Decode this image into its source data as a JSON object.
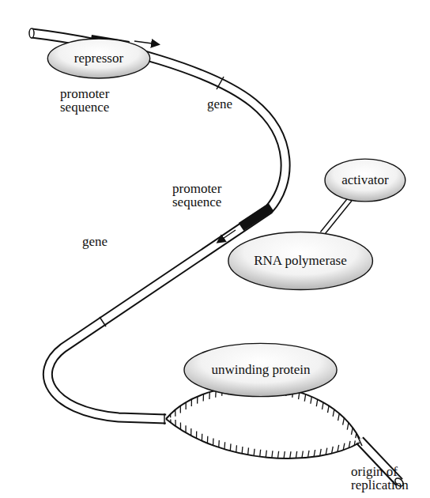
{
  "diagram": {
    "nodes": [
      {
        "text": [
          "repressor"
        ]
      },
      {
        "text": [
          "activator"
        ]
      },
      {
        "text": [
          "RNA polymerase"
        ]
      },
      {
        "text": [
          "unwinding protein"
        ]
      }
    ],
    "edges": [
      {
        "from": 1,
        "to": 2,
        "arrow": "none"
      }
    ],
    "labels": [
      "promoter sequence",
      "gene",
      "promoter sequence",
      "gene",
      "origin of replication"
    ]
  }
}
